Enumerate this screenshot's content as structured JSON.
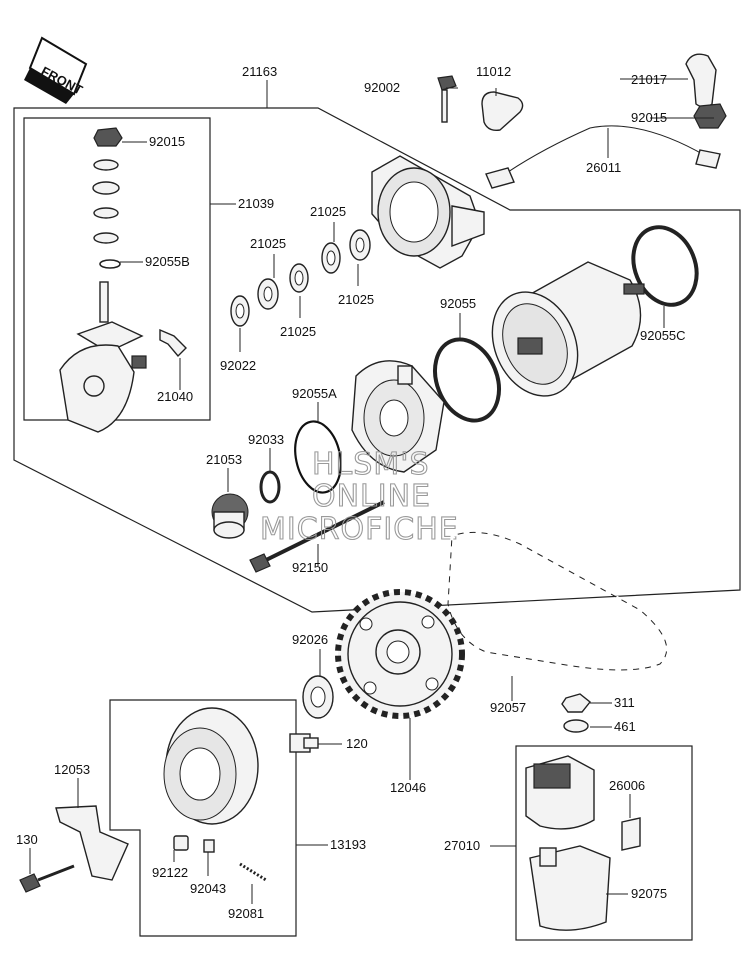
{
  "front_label": "FRONT",
  "watermark": [
    "HLSM'S",
    "ONLINE",
    "MICROFICHE"
  ],
  "labels": {
    "p21163": "21163",
    "p92002": "92002",
    "p11012": "11012",
    "p21017": "21017",
    "p92015a": "92015",
    "p92015b": "92015",
    "p26011": "26011",
    "p21039": "21039",
    "p92055B": "92055B",
    "p21025a": "21025",
    "p21025b": "21025",
    "p21025c": "21025",
    "p21025d": "21025",
    "p92022": "92022",
    "p21040": "21040",
    "p92055": "92055",
    "p92055C": "92055C",
    "p92055A": "92055A",
    "p92033": "92033",
    "p21053": "21053",
    "p92150": "92150",
    "p92026": "92026",
    "p120": "120",
    "p12046": "12046",
    "p92057": "92057",
    "p311": "311",
    "p461": "461",
    "p26006": "26006",
    "p27010": "27010",
    "p92075": "92075",
    "p12053": "12053",
    "p130": "130",
    "p13193": "13193",
    "p92122": "92122",
    "p92043": "92043",
    "p92081": "92081"
  }
}
